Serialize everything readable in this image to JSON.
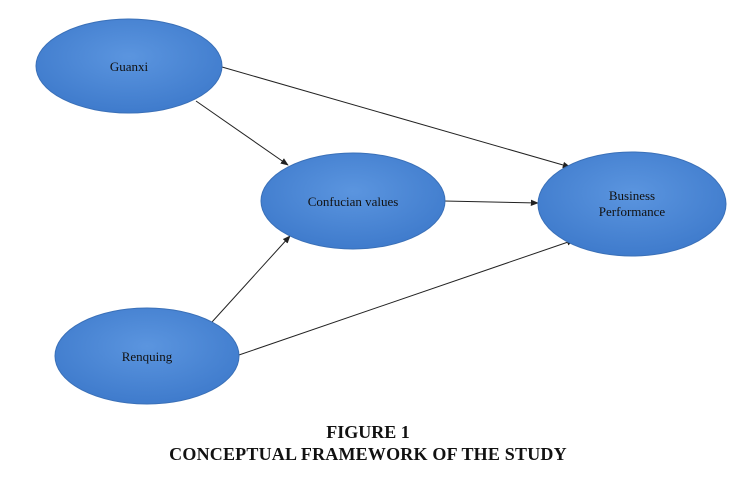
{
  "diagram": {
    "node_color": "#4a86d6",
    "node_edge_color": "#3a70b8",
    "nodes": {
      "guanxi": "Guanxi",
      "confucian": "Confucian values",
      "business_line1": "Business",
      "business_line2": "Performance",
      "renquing": "Renquing"
    }
  },
  "caption": {
    "figure": "FIGURE 1",
    "title": "CONCEPTUAL FRAMEWORK OF THE STUDY"
  }
}
